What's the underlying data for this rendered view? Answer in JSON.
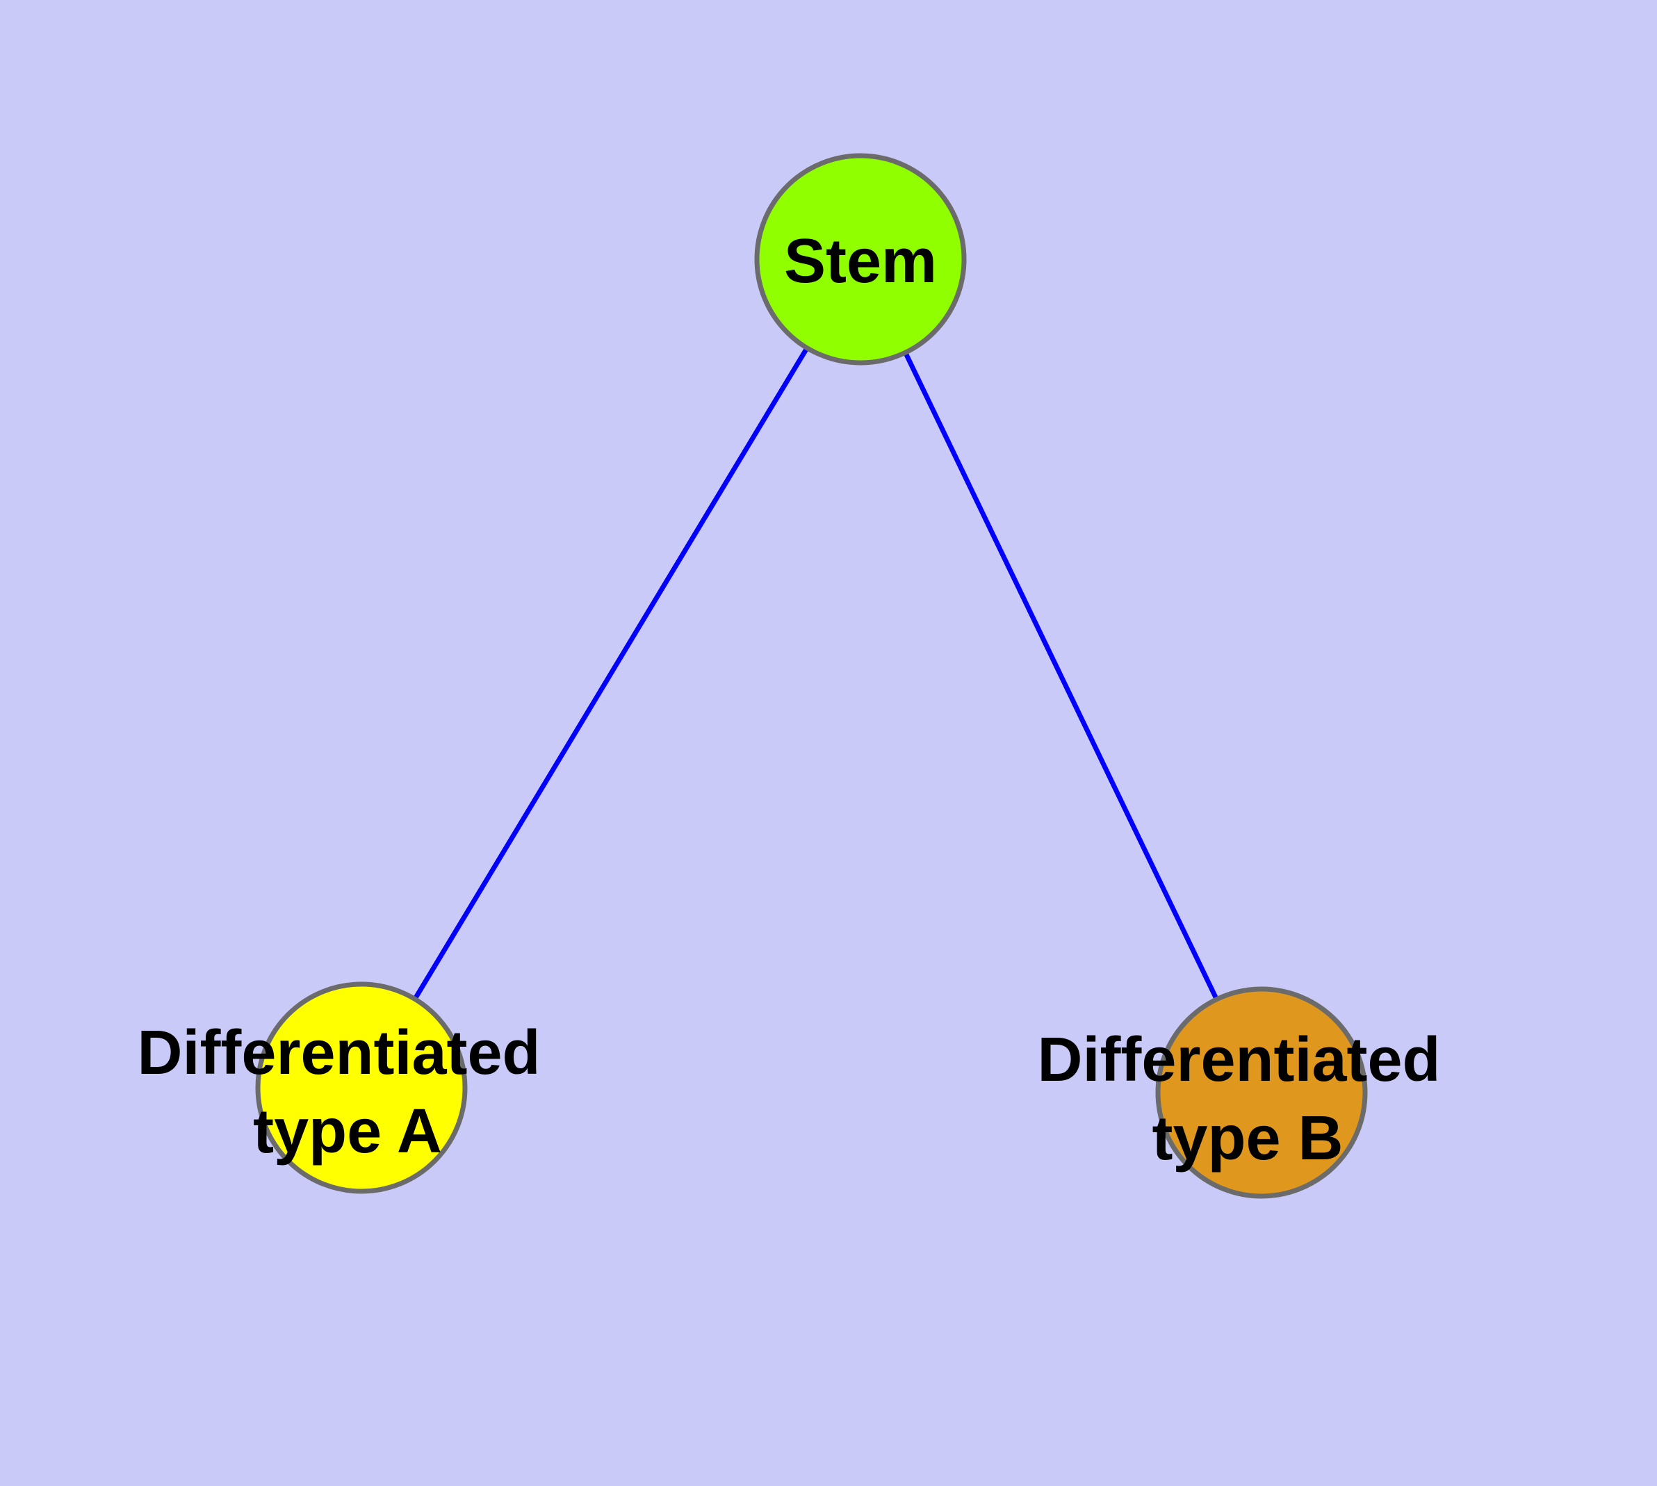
{
  "canvas": {
    "background_color": "#CACAF8"
  },
  "edges": {
    "color": "#0000FC",
    "items": [
      {
        "from": "stem",
        "to": "typeA"
      },
      {
        "from": "stem",
        "to": "typeB"
      }
    ]
  },
  "nodes": {
    "stem": {
      "label": "Stem",
      "lines": [
        "Stem"
      ],
      "fill": "#90FF00",
      "border": "#6B6B6B",
      "text_color": "#000000"
    },
    "typeA": {
      "label": "Differentiated type A",
      "lines": [
        "Differentiated",
        "type A"
      ],
      "fill": "#FFFF00",
      "border": "#6B6B6B",
      "text_color": "#000000"
    },
    "typeB": {
      "label": "Differentiated type B",
      "lines": [
        "Differentiated",
        "type B"
      ],
      "fill": "#E0971E",
      "border": "#6B6B6B",
      "text_color": "#000000"
    }
  }
}
